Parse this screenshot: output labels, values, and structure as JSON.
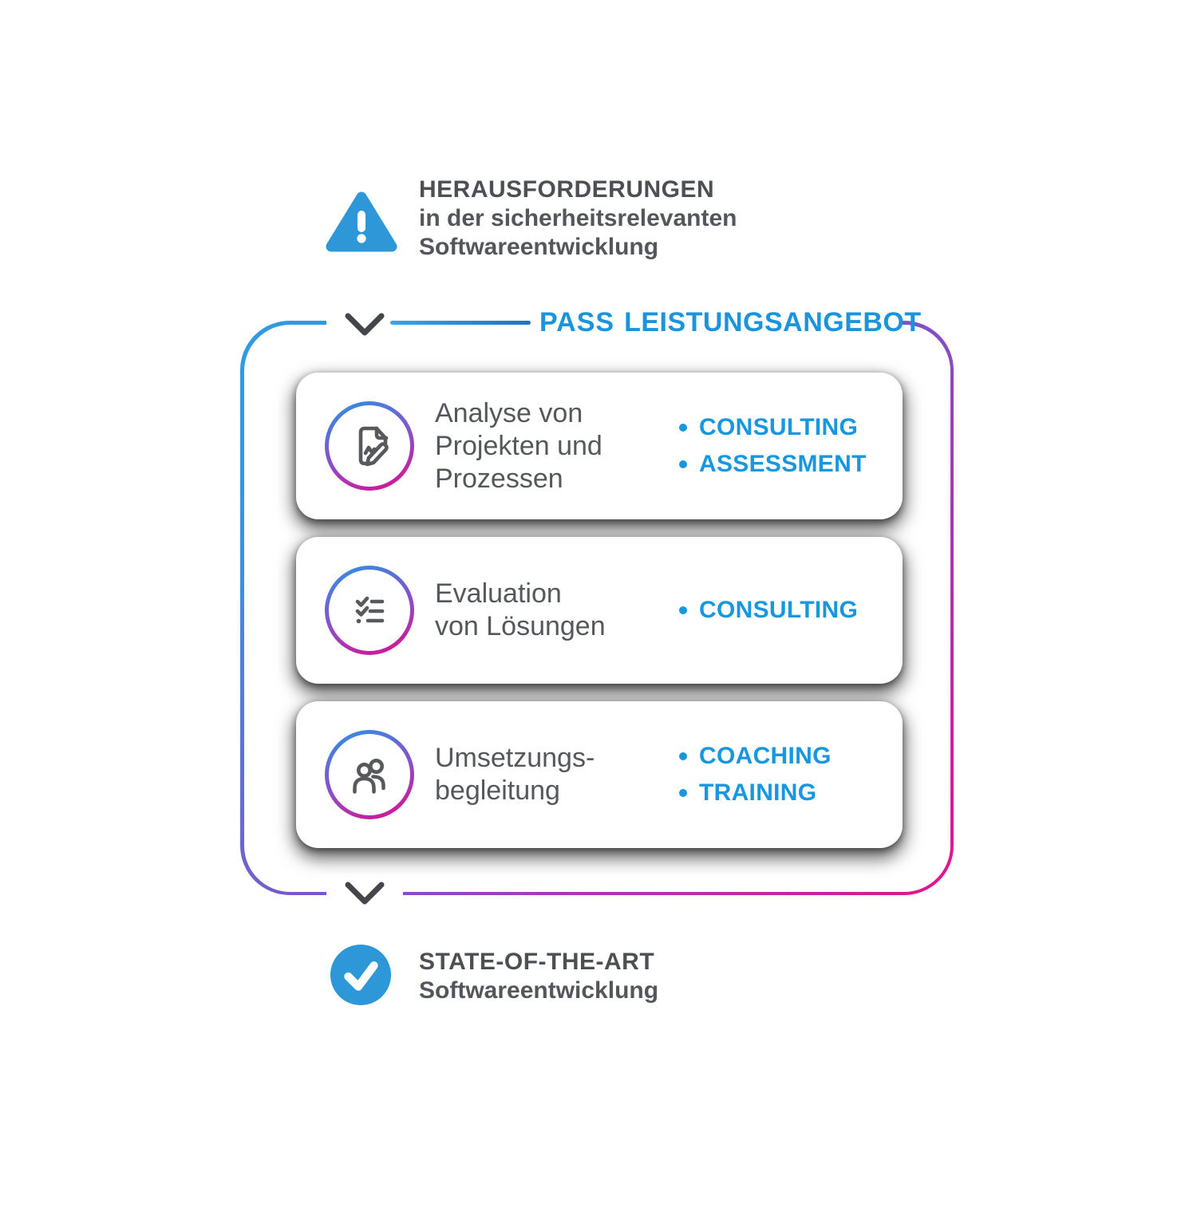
{
  "top_info": {
    "icon": "warning-triangle-icon",
    "title": "HERAUSFORDERUNGEN",
    "subtitle_lines": [
      "in der sicherheitsrelevanten",
      "Softwareentwicklung"
    ]
  },
  "flow": {
    "brand": "PASS",
    "title": "LEISTUNGSANGEBOT",
    "connector_icon": "chevron-down-icon"
  },
  "cards": [
    {
      "icon": "document-edit-icon",
      "lines": [
        "Analyse von",
        "Projekten und",
        "Prozessen"
      ],
      "services": [
        "CONSULTING",
        "ASSESSMENT"
      ]
    },
    {
      "icon": "checklist-icon",
      "lines": [
        "Evaluation",
        "von Lösungen"
      ],
      "services": [
        "CONSULTING"
      ]
    },
    {
      "icon": "people-icon",
      "lines": [
        "Umsetzungs-",
        "begleitung"
      ],
      "services": [
        "COACHING",
        "TRAINING"
      ]
    }
  ],
  "bottom_info": {
    "icon": "check-circle-icon",
    "title": "STATE-OF-THE-ART",
    "subtitle_lines": [
      "Softwareentwicklung"
    ]
  },
  "colors": {
    "accent_blue": "#1797DF",
    "solid_icon_blue": "#2D97D7",
    "text_gray": "#53565B",
    "icon_stroke_gray": "#58595D",
    "gradient": [
      "#2E9BE6",
      "#7E52C8",
      "#E6118E"
    ]
  }
}
